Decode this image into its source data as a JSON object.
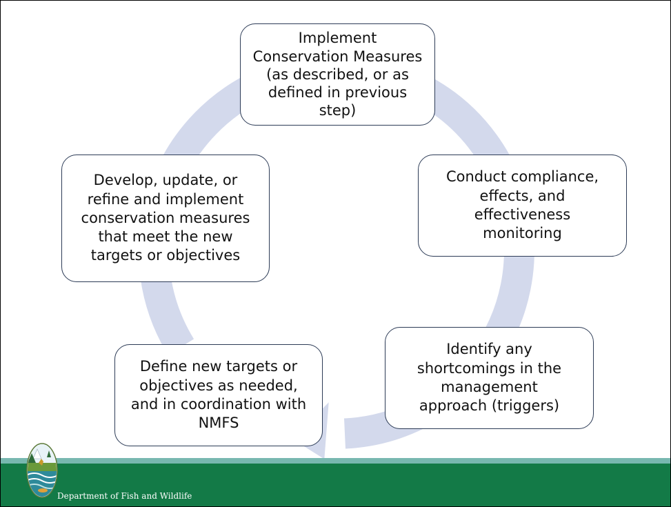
{
  "diagram": {
    "arrow_color": "#d3d9ec",
    "border_color": "#2b3a55",
    "steps": [
      {
        "id": "implement",
        "text": "Implement Conservation Measures (as described, or as defined in previous step)"
      },
      {
        "id": "monitor",
        "text": "Conduct compliance, effects, and effectiveness monitoring"
      },
      {
        "id": "identify",
        "text": "Identify any shortcomings in the management approach (triggers)"
      },
      {
        "id": "define",
        "text": "Define new targets or objectives as needed, and in coordination with NMFS"
      },
      {
        "id": "develop",
        "text": "Develop, update, or refine and implement conservation measures that meet the new targets or objectives"
      }
    ]
  },
  "footer": {
    "department": "Department of Fish and Wildlife",
    "bar_color": "#137a47",
    "band_color": "#78b8b0"
  },
  "logo": {
    "icon": "wdfw-seal-icon"
  }
}
